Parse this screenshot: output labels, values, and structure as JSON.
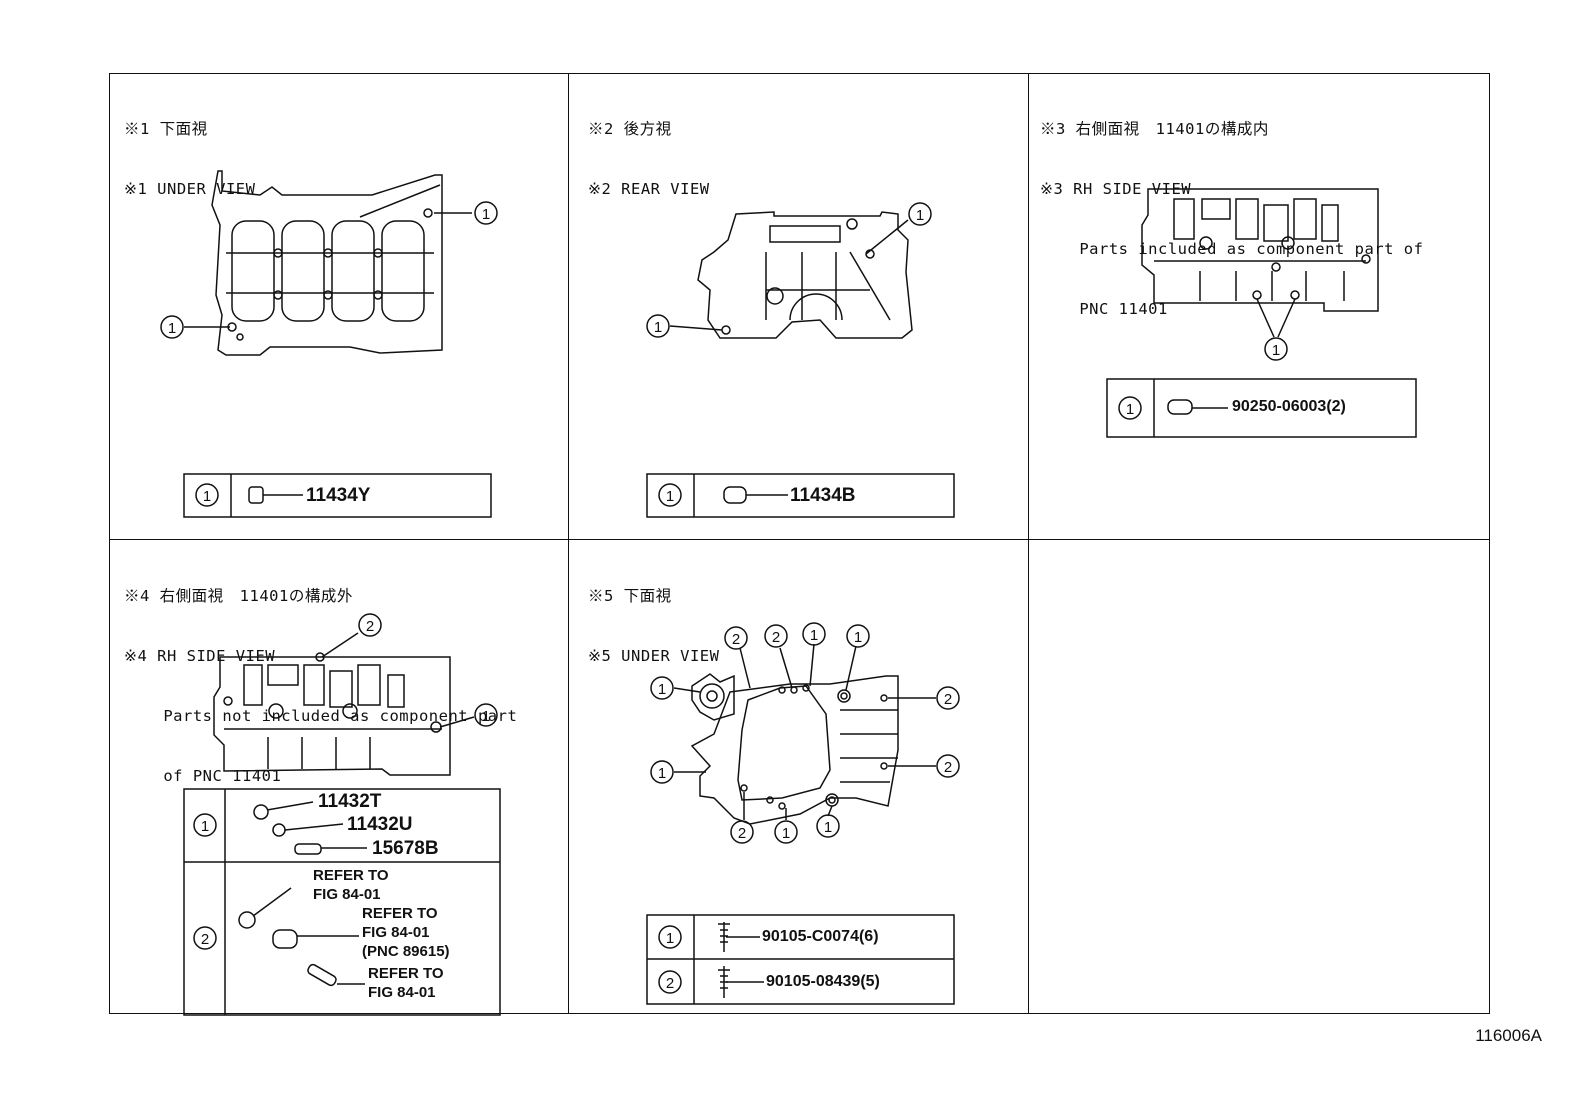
{
  "panels": [
    {
      "id": "p1",
      "lines": [
        "※1 下面視",
        "※1 UNDER VIEW"
      ],
      "legend": [
        {
          "num": "1",
          "parts": [
            "11434Y"
          ]
        }
      ]
    },
    {
      "id": "p2",
      "lines": [
        "※2 後方視",
        "※2 REAR VIEW"
      ],
      "legend": [
        {
          "num": "1",
          "parts": [
            "11434B"
          ]
        }
      ]
    },
    {
      "id": "p3",
      "lines": [
        "※3 右側面視　11401の構成内",
        "※3 RH SIDE VIEW",
        "    Parts included as component part of",
        "    PNC 11401"
      ],
      "legend": [
        {
          "num": "1",
          "parts": [
            "90250-06003(2)"
          ]
        }
      ]
    },
    {
      "id": "p4",
      "lines": [
        "※4 右側面視　11401の構成外",
        "※4 RH SIDE VIEW",
        "    Parts not included as component part",
        "    of PNC 11401"
      ],
      "legend": [
        {
          "num": "1",
          "parts": [
            "11432T",
            "11432U",
            "15678B"
          ]
        },
        {
          "num": "2",
          "parts": [
            "REFER TO",
            "FIG 84-01",
            "REFER TO",
            "FIG 84-01",
            "(PNC 89615)",
            "REFER TO",
            "FIG 84-01"
          ]
        }
      ]
    },
    {
      "id": "p5",
      "lines": [
        "※5 下面視",
        "※5 UNDER VIEW"
      ],
      "legend": [
        {
          "num": "1",
          "parts": [
            "90105-C0074(6)"
          ]
        },
        {
          "num": "2",
          "parts": [
            "90105-08439(5)"
          ]
        }
      ]
    }
  ],
  "figure_number": "116006A"
}
